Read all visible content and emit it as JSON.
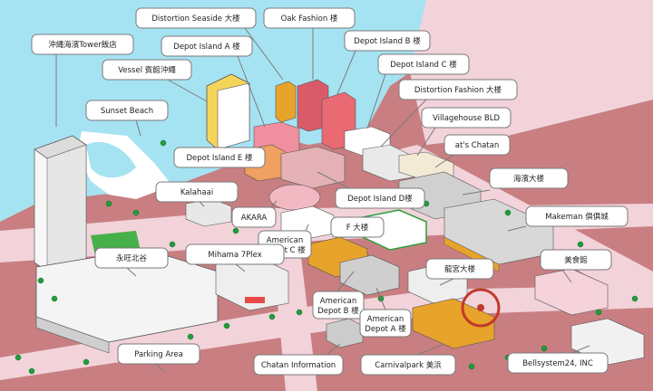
{
  "labels": {
    "okinawa_tower": "沖縄海濱Tower飯店",
    "vessel": "Vessel 賓館沖繩",
    "sunset_beach": "Sunset Beach",
    "distortion_seaside": "Distortion Seaside 大楼",
    "oak_fashion": "Oak Fashion 楼",
    "depot_a_top": "Depot Island A 楼",
    "depot_b_top": "Depot Island B 楼",
    "depot_c_top": "Depot Island C 楼",
    "distortion_fashion": "Distortion Fashion 大楼",
    "villagehouse": "Villagehouse BLD",
    "ats_chatan": "at's Chatan",
    "depot_e": "Depot Island E 楼",
    "kalahaai": "Kalahaai",
    "akara": "AKARA",
    "depot_d": "Depot Island D楼",
    "american_c": "American Depot C 楼",
    "f_building": "F 大楼",
    "haibin": "海濱大楼",
    "makeman": "Makeman 俱俱城",
    "eiwang": "永旺北谷",
    "mihama": "Mihama 7Plex",
    "longgong": "龍宮大楼",
    "meishi": "美食館",
    "american_b": "American Depot B 楼",
    "american_a": "American Depot A 楼",
    "parking": "Parking Area",
    "chatan_info": "Chatan Information",
    "carnival": "Carnivalpark 美浜",
    "bellsystem": "Bellsystem24, INC"
  },
  "colors": {
    "sea": "#a6e3f2",
    "road": "#f2d3da",
    "ground": "#c97f82",
    "beach": "#ffffff",
    "grass": "#48b04a",
    "trees": "#1e9e3a"
  }
}
